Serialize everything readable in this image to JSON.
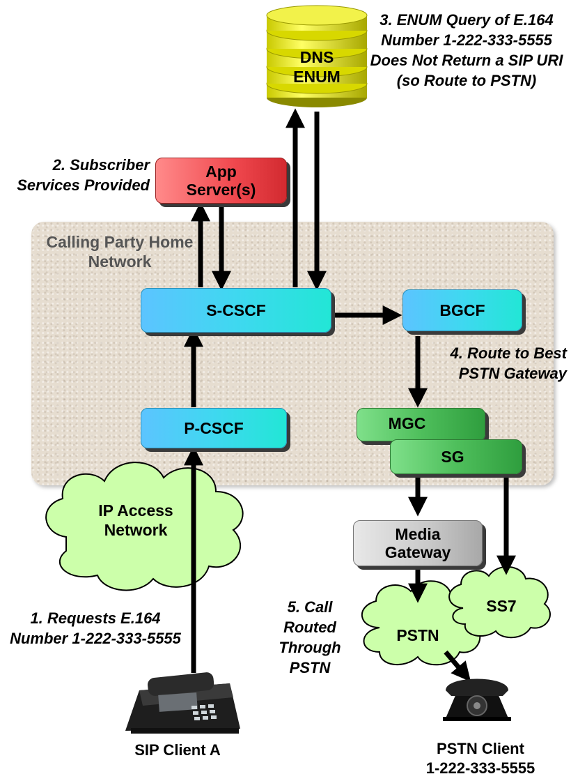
{
  "home_network": {
    "label": "Calling Party Home Network"
  },
  "nodes": {
    "dns_enum": "DNS ENUM",
    "app_server": "App Server(s)",
    "s_cscf": "S-CSCF",
    "bgcf": "BGCF",
    "p_cscf": "P-CSCF",
    "mgc": "MGC",
    "sg": "SG",
    "media_gateway": "Media Gateway",
    "ip_access_network": "IP Access Network",
    "pstn": "PSTN",
    "ss7": "SS7"
  },
  "steps": {
    "step1": "1. Requests E.164 Number 1-222-333-5555",
    "step2": "2. Subscriber Services Provided",
    "step3": "3. ENUM Query of E.164 Number 1-222-333-5555 Does Not Return a SIP URI (so Route to PSTN)",
    "step4": "4. Route to Best PSTN Gateway",
    "step5": "5. Call Routed Through PSTN"
  },
  "clients": {
    "sip_client": "SIP Client A",
    "pstn_client_name": "PSTN Client",
    "pstn_client_number": "1-222-333-5555"
  },
  "colors": {
    "cscf": "#3fd8f0",
    "gateway_control": "#4fbf5c",
    "app_server": "#f0484e",
    "dns_enum": "#e6e600",
    "media_gateway": "#c8c8c8",
    "cloud": "#ccffaa"
  }
}
